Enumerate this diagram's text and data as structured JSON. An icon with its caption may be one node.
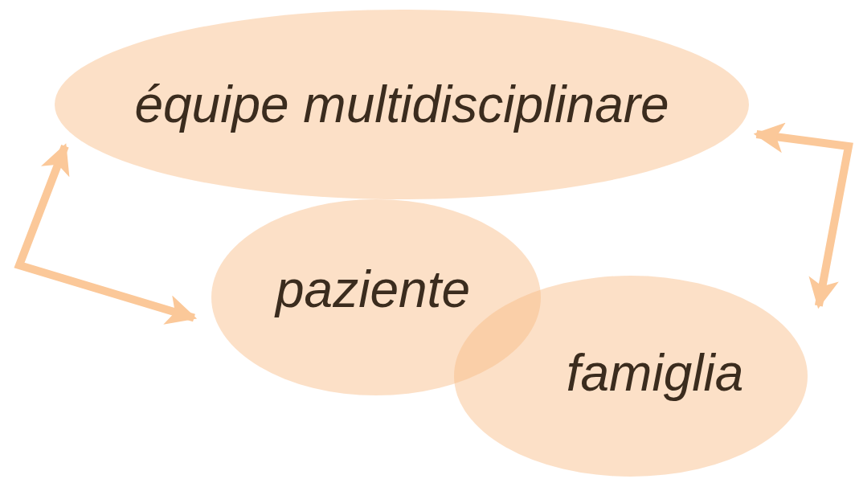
{
  "diagram": {
    "nodes": [
      {
        "text": [
          "équipe multidisciplinare"
        ]
      },
      {
        "text": [
          "paziente"
        ]
      },
      {
        "text": [
          "famiglia"
        ]
      }
    ],
    "edges": [
      {
        "from": 0,
        "to": 1,
        "arrow": "both"
      },
      {
        "from": 0,
        "to": 2,
        "arrow": "both"
      }
    ]
  }
}
